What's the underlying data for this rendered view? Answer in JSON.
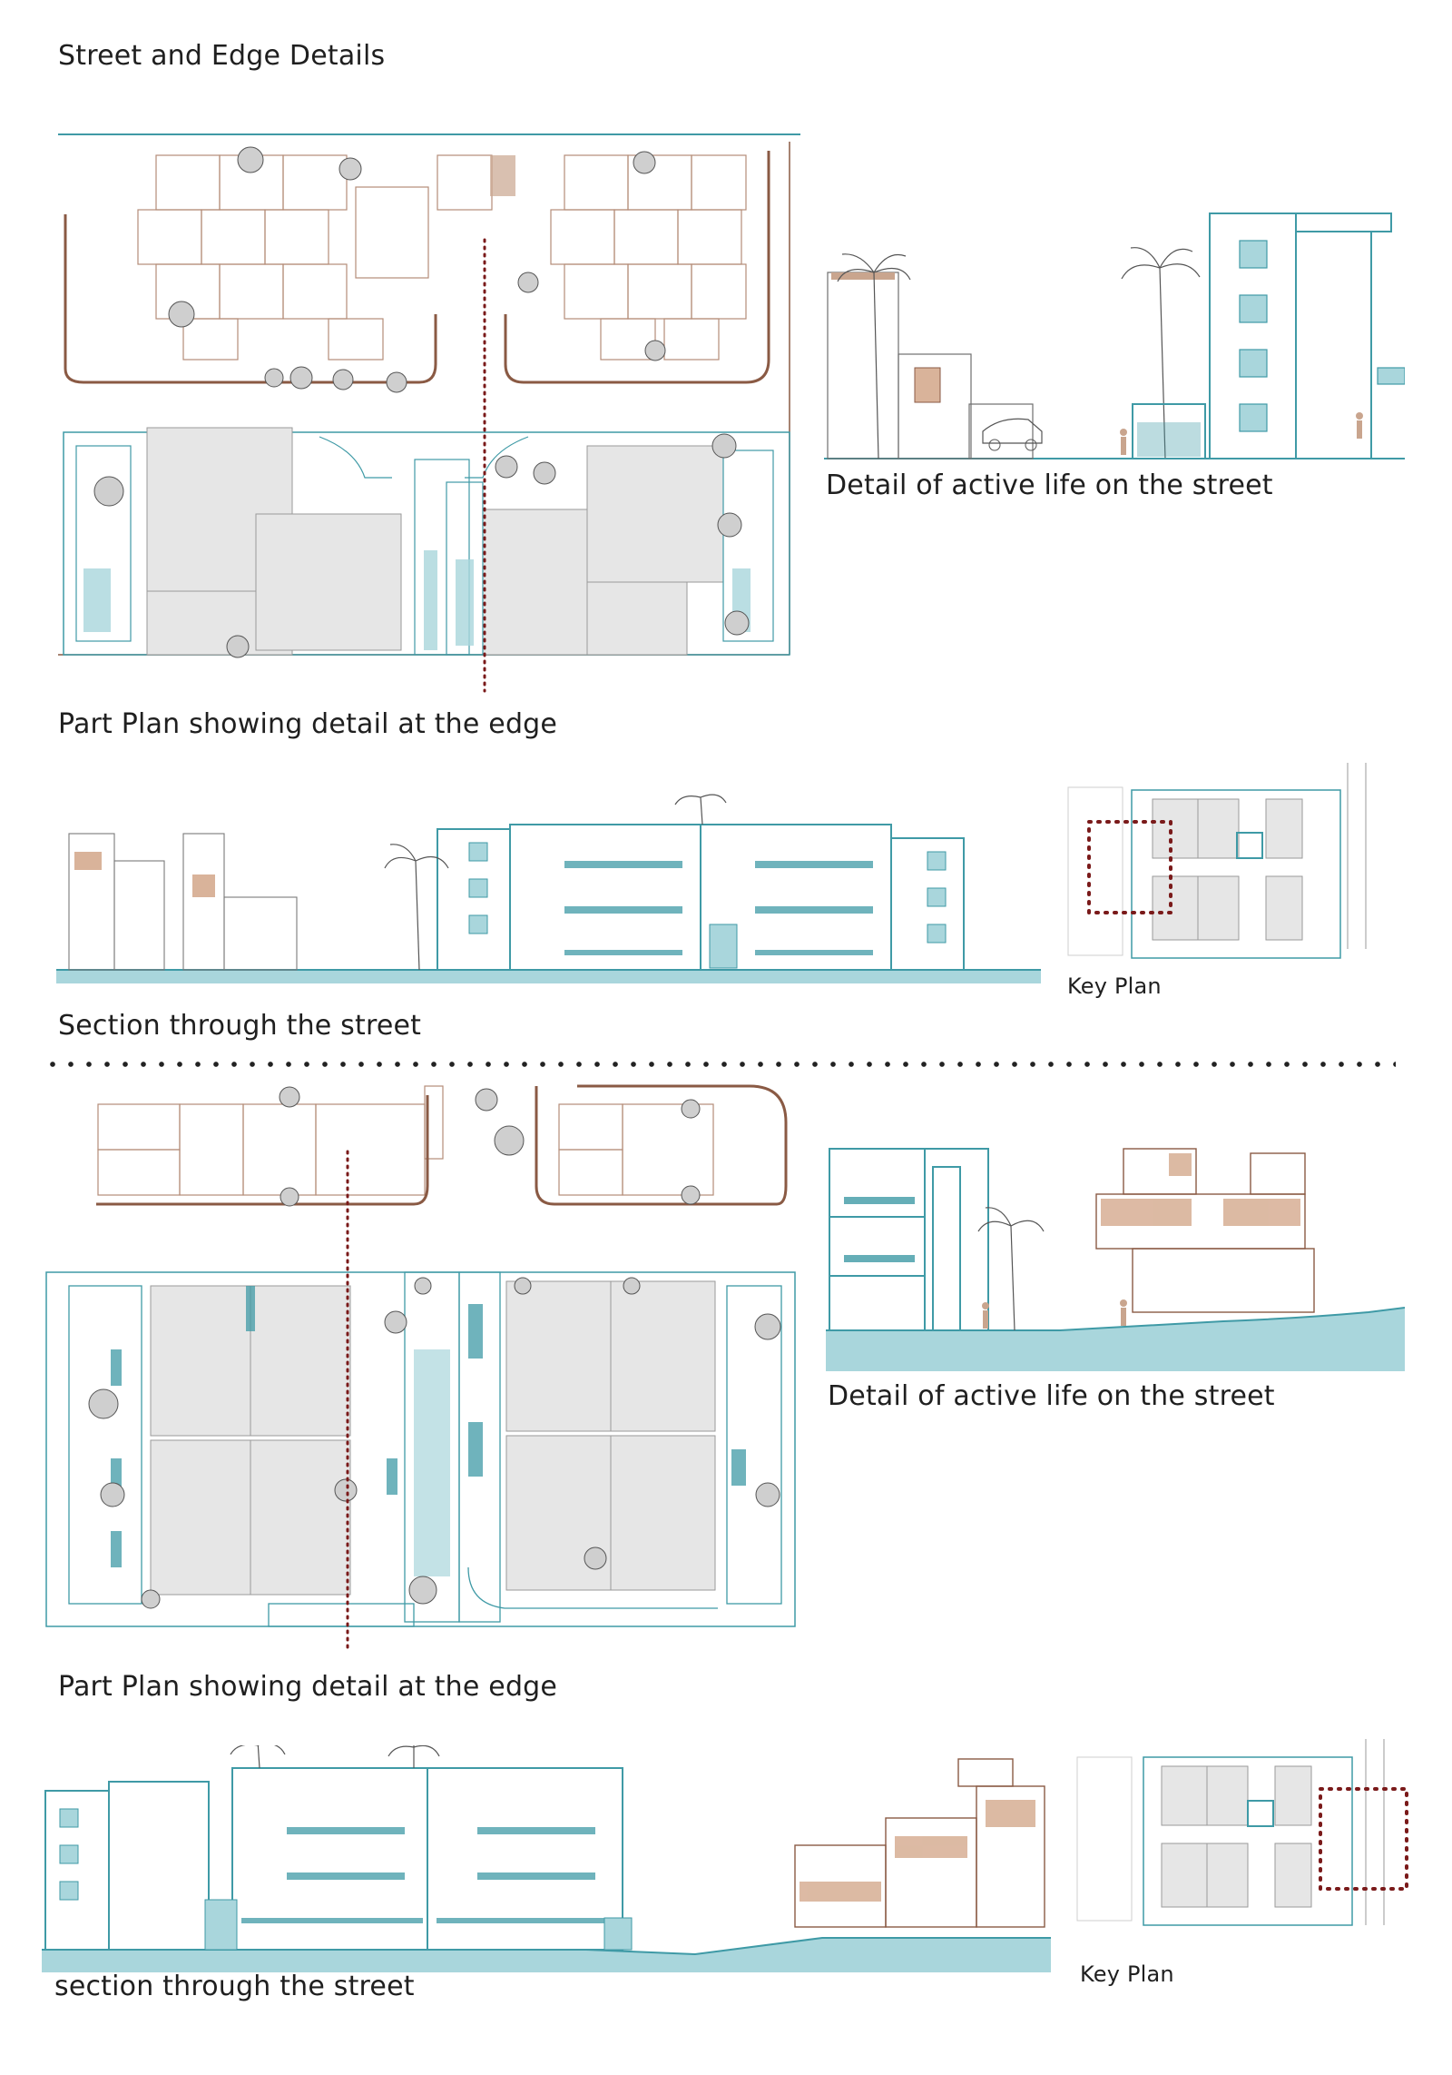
{
  "page_title": "Street and Edge Details",
  "section_1": {
    "plan_caption": "Part Plan showing detail at the edge",
    "elevation_caption": "Detail of active life on the street",
    "section_caption": "Section through the street",
    "key_plan_caption": "Key Plan"
  },
  "section_2": {
    "plan_caption": "Part Plan showing detail at the edge",
    "elevation_caption": "Detail of active life on the street",
    "section_caption": "section through the street",
    "key_plan_caption": "Key Plan"
  },
  "colors": {
    "teal": "#3f9aa6",
    "teal_light": "#a9d6dc",
    "brown": "#8a5a44",
    "slab_grey": "#e6e6e6",
    "dotted_red": "#7a1a1a",
    "ink": "#1f1f1f"
  }
}
